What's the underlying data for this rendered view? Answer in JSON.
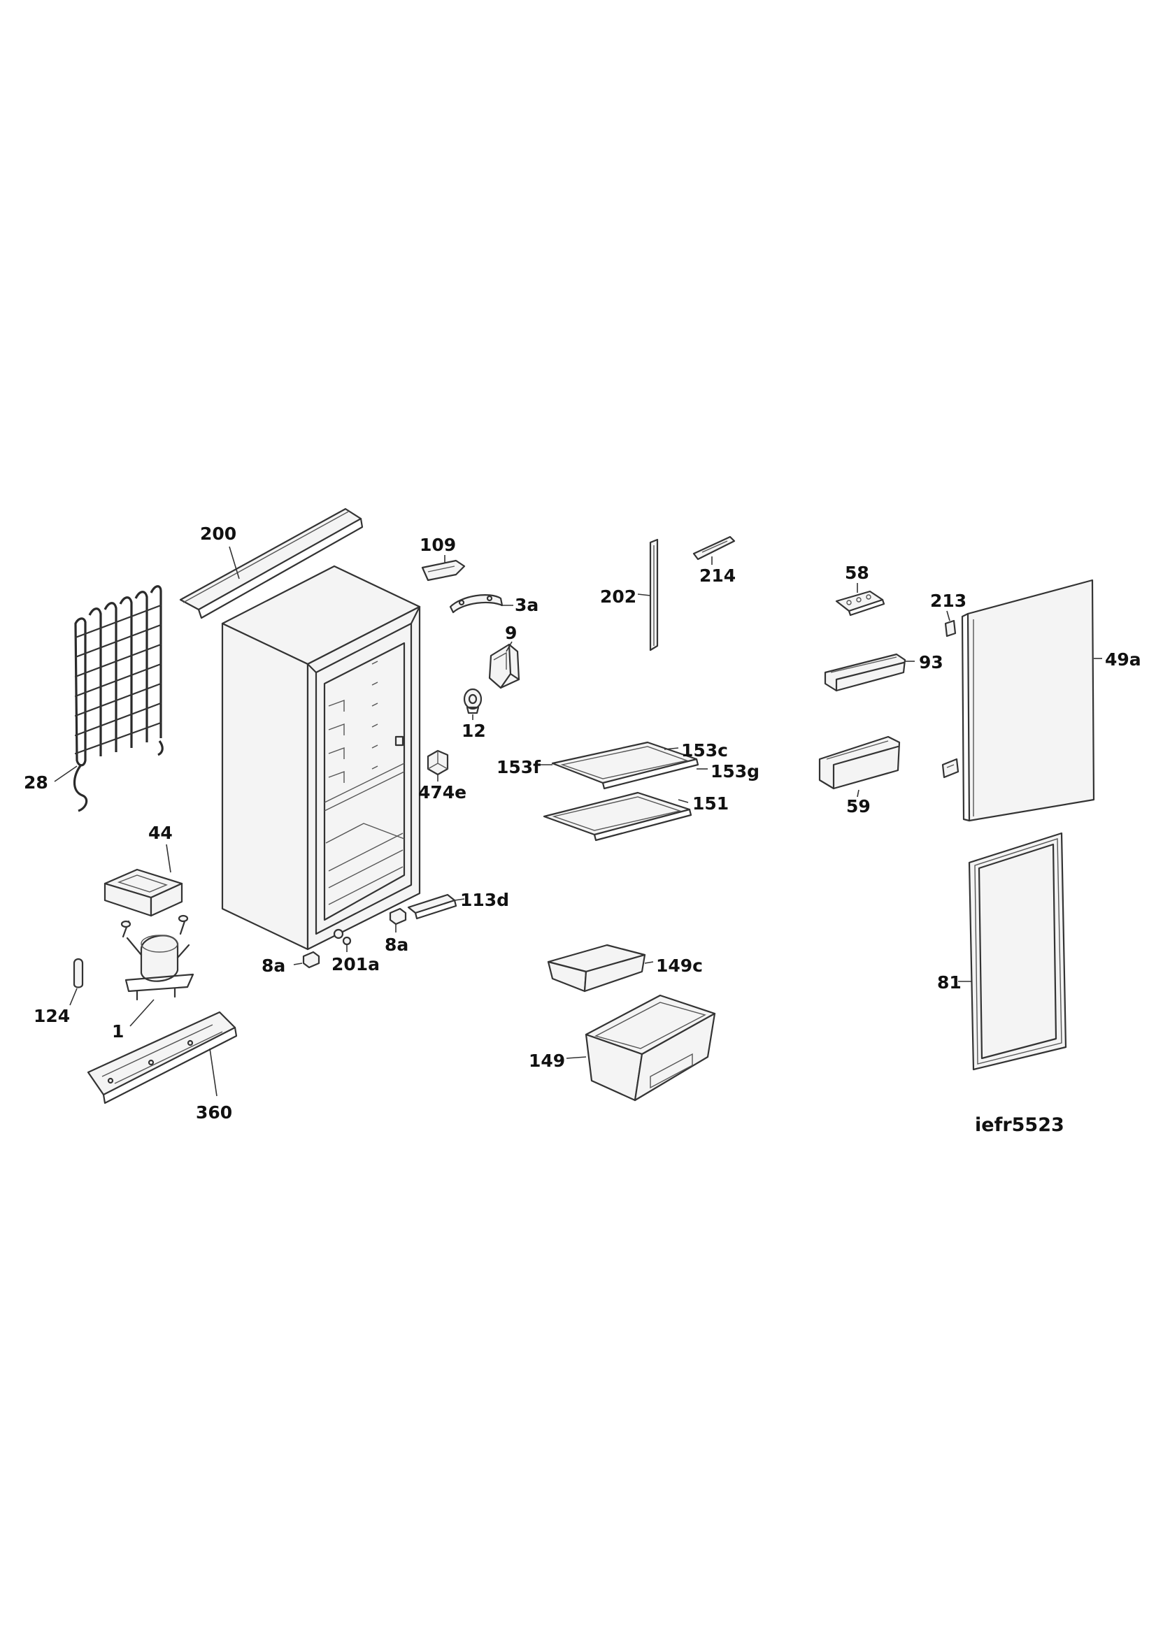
{
  "diagram": {
    "reference": "iefr5523",
    "callouts": [
      {
        "id": "200",
        "label": "200"
      },
      {
        "id": "109",
        "label": "109"
      },
      {
        "id": "3a",
        "label": "3a"
      },
      {
        "id": "9",
        "label": "9"
      },
      {
        "id": "12",
        "label": "12"
      },
      {
        "id": "474e",
        "label": "474e"
      },
      {
        "id": "28",
        "label": "28"
      },
      {
        "id": "44",
        "label": "44"
      },
      {
        "id": "113d",
        "label": "113d"
      },
      {
        "id": "8a-right",
        "label": "8a"
      },
      {
        "id": "8a-left",
        "label": "8a"
      },
      {
        "id": "201a",
        "label": "201a"
      },
      {
        "id": "124",
        "label": "124"
      },
      {
        "id": "1",
        "label": "1"
      },
      {
        "id": "360",
        "label": "360"
      },
      {
        "id": "202",
        "label": "202"
      },
      {
        "id": "214",
        "label": "214"
      },
      {
        "id": "153c",
        "label": "153c"
      },
      {
        "id": "153f",
        "label": "153f"
      },
      {
        "id": "153g",
        "label": "153g"
      },
      {
        "id": "151",
        "label": "151"
      },
      {
        "id": "149c",
        "label": "149c"
      },
      {
        "id": "149",
        "label": "149"
      },
      {
        "id": "58",
        "label": "58"
      },
      {
        "id": "213",
        "label": "213"
      },
      {
        "id": "93",
        "label": "93"
      },
      {
        "id": "49a",
        "label": "49a"
      },
      {
        "id": "59",
        "label": "59"
      },
      {
        "id": "81",
        "label": "81"
      }
    ]
  }
}
